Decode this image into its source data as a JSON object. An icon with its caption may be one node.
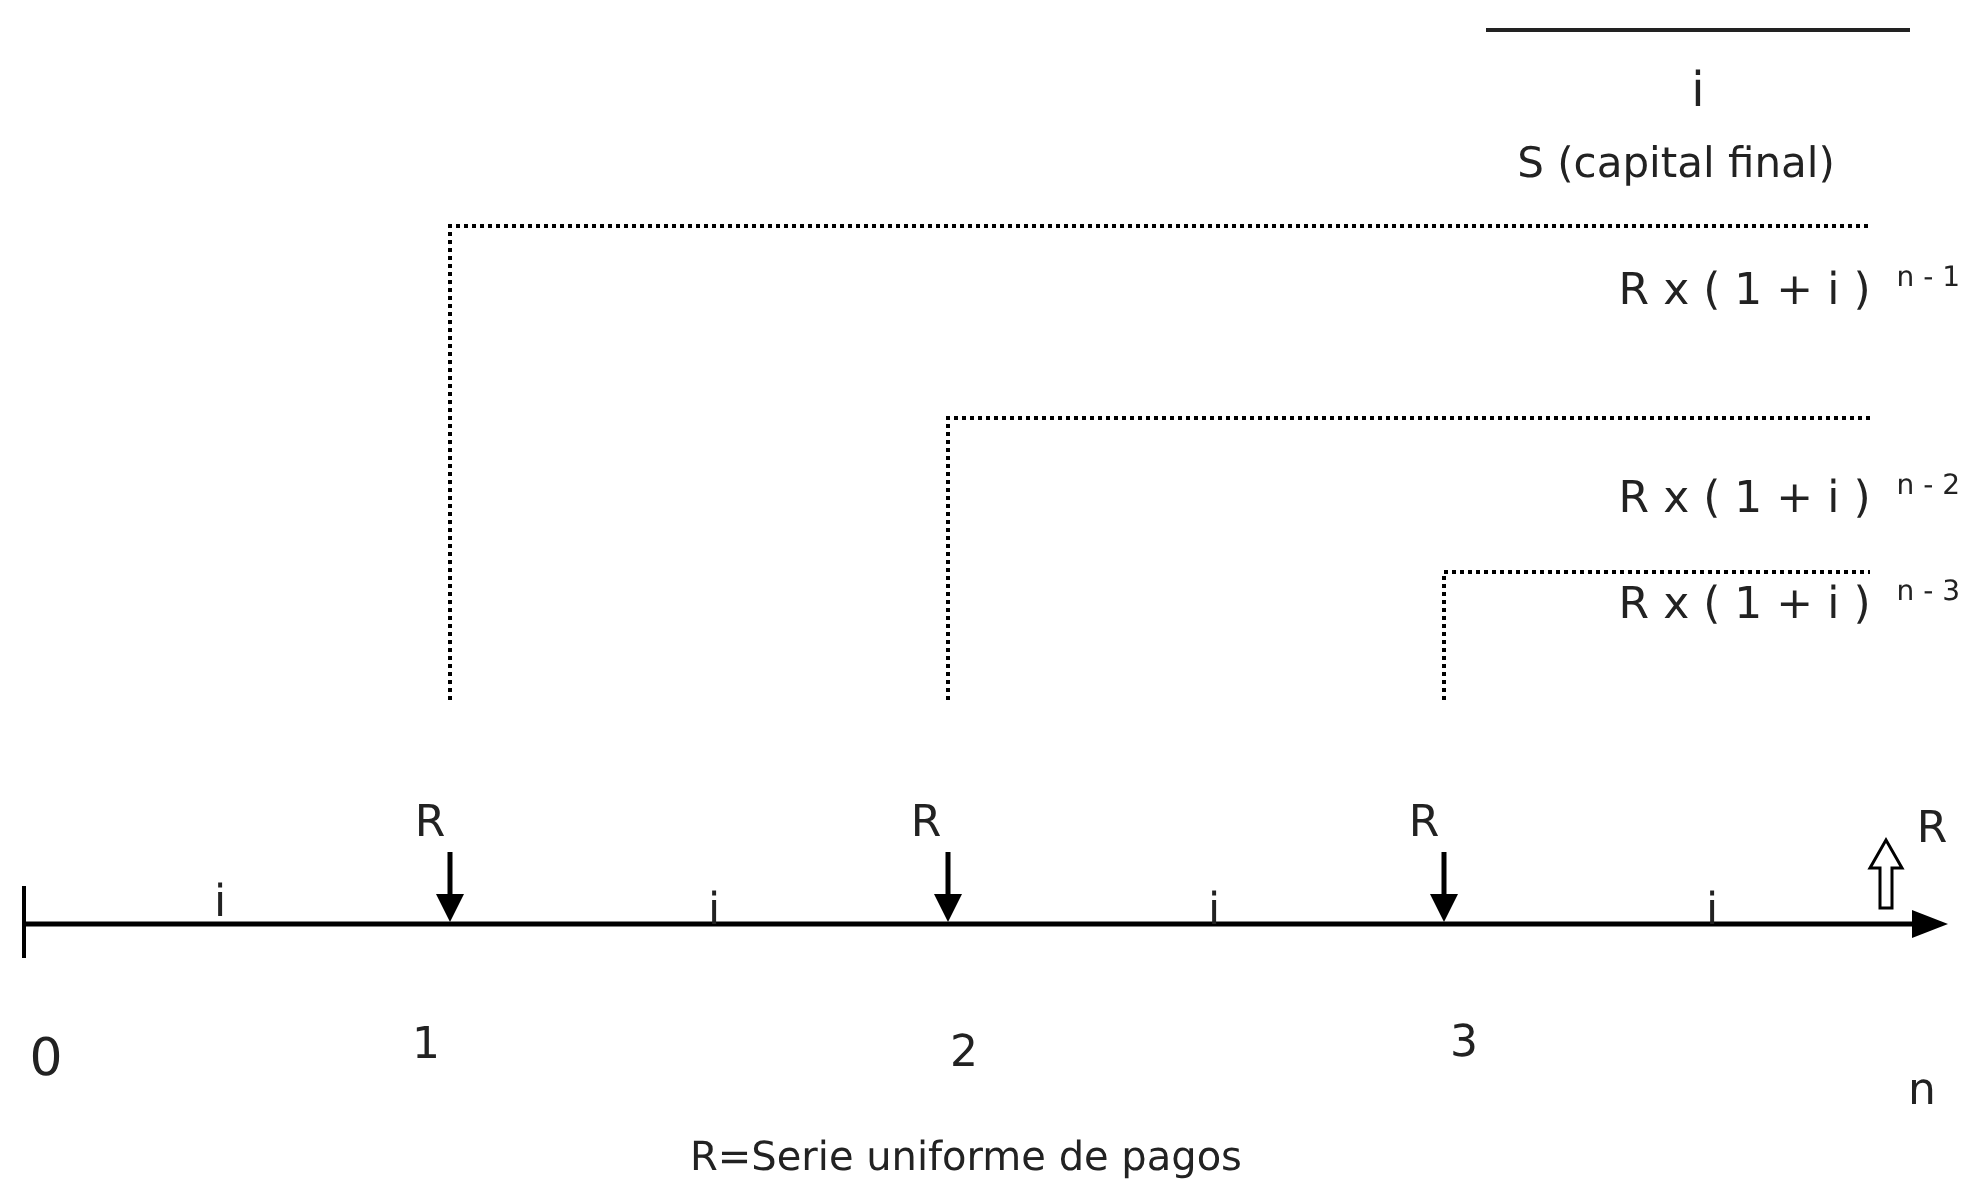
{
  "diagram": {
    "caption": "R=Serie uniforme de pagos",
    "nodes": [
      {
        "text": [
          "R"
        ]
      },
      {
        "text": [
          "R"
        ]
      },
      {
        "text": [
          "R"
        ]
      },
      {
        "text": [
          "R x ( 1 + i ) $^{n - 1}$"
        ]
      },
      {
        "text": [
          "R x ( 1 + i ) $^{n - 2}$"
        ]
      },
      {
        "text": [
          "R x ( 1 + i ) $^{n - 3}$"
        ]
      }
    ],
    "edges": [
      {
        "from": 0,
        "to": 3,
        "arrow": "none",
        "style": "dashed"
      },
      {
        "from": 1,
        "to": 4,
        "arrow": "none",
        "style": "dashed"
      },
      {
        "from": 2,
        "to": 5,
        "arrow": "none",
        "style": "dashed"
      }
    ],
    "labels": [
      "i",
      "S (capital final)",
      "R",
      "i",
      "i",
      "i",
      "i",
      "0",
      "1",
      "2",
      "3",
      "n"
    ]
  }
}
